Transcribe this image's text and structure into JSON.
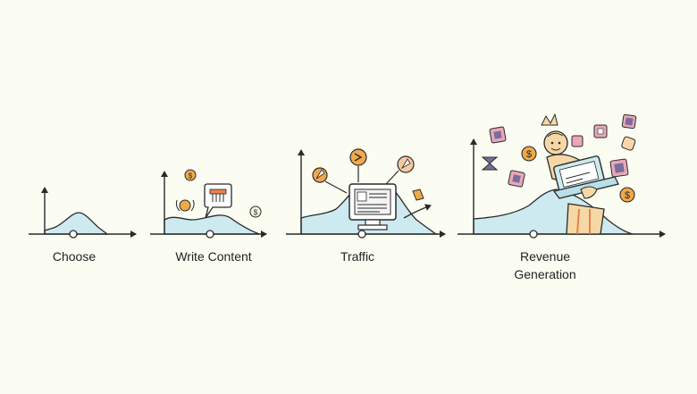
{
  "stages": [
    {
      "id": "choose",
      "label": "Choose"
    },
    {
      "id": "write-content",
      "label": "Write Content"
    },
    {
      "id": "traffic",
      "label": "Traffic"
    },
    {
      "id": "revenue-generation",
      "label": "Revenue\nGeneration"
    }
  ],
  "icons": {
    "coin": "dollar-coin-icon",
    "pen": "pen-nib-icon",
    "computer": "computer-monitor-icon",
    "laptop": "laptop-icon",
    "person": "person-icon",
    "app": "app-tile-icon"
  },
  "coin_symbol": "$",
  "colors": {
    "background": "#fbfdf3",
    "area_fill": "#cdeaf0",
    "line": "#2a2a2a",
    "accent_orange": "#f0a94a",
    "accent_pink": "#e9a7b8",
    "accent_purple": "#7c6b9e",
    "skin": "#f6d7a6"
  }
}
